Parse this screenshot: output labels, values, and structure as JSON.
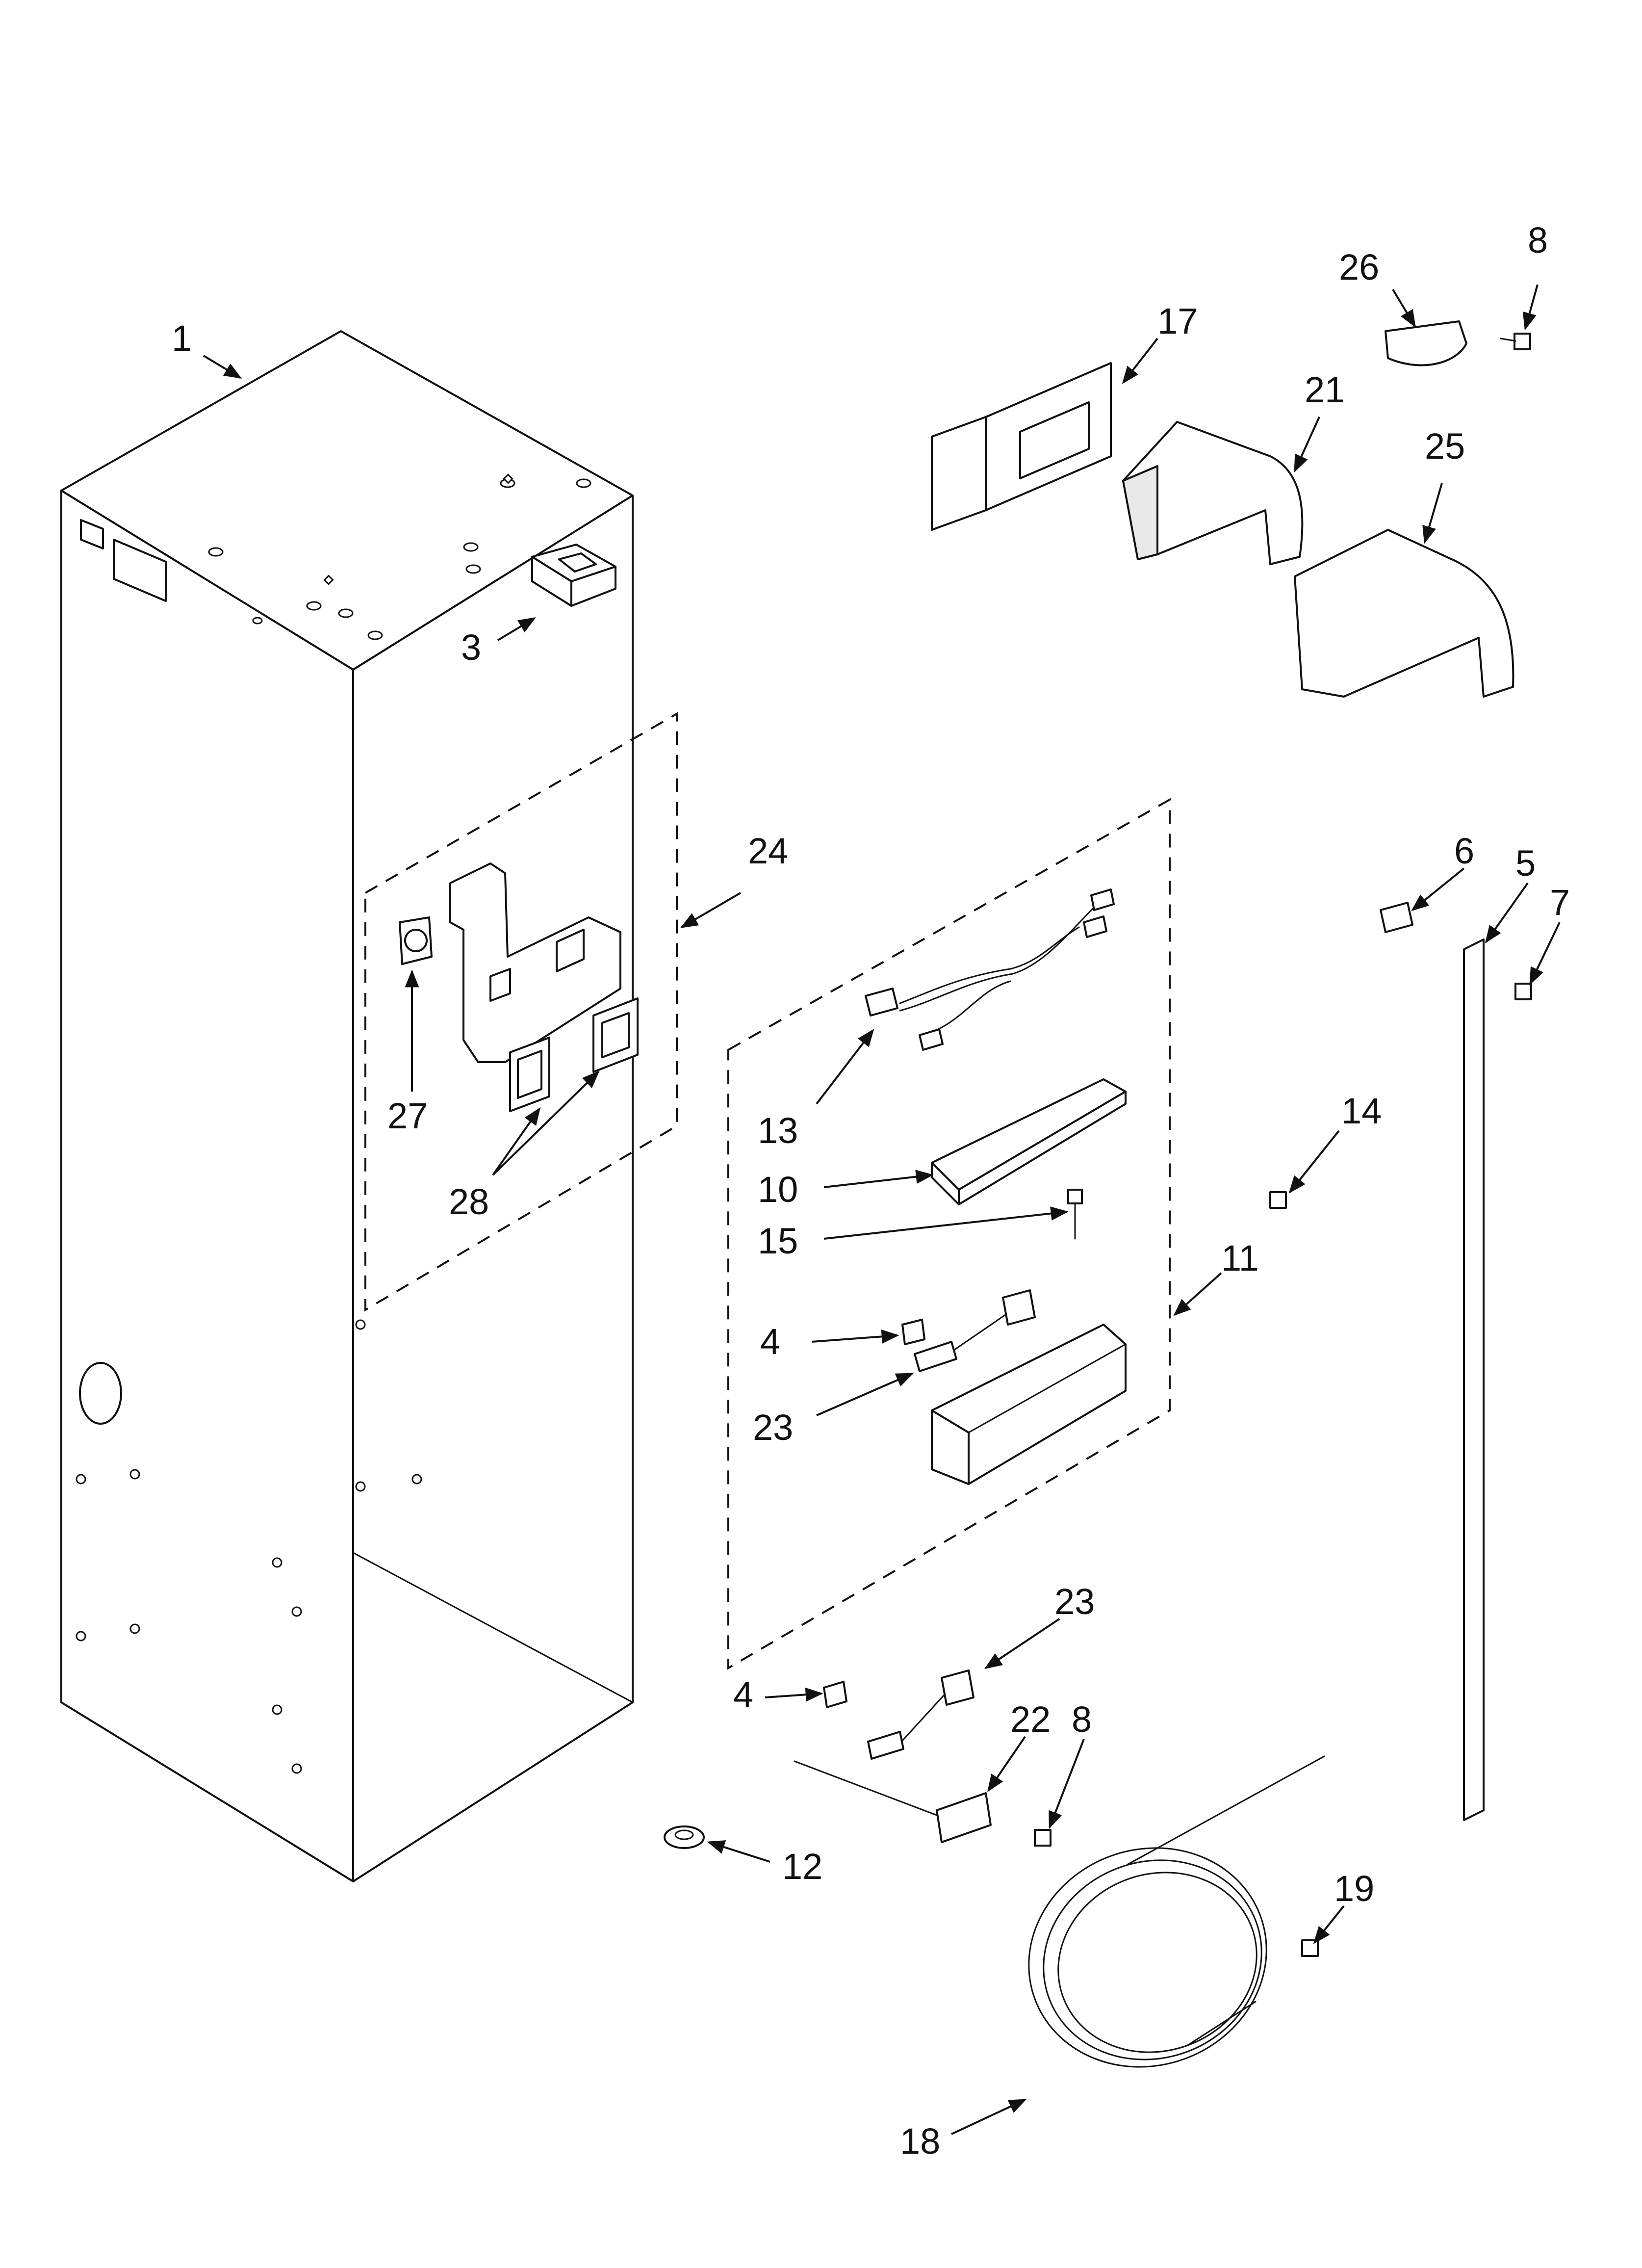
{
  "callouts": [
    {
      "id": "c1",
      "label": "1"
    },
    {
      "id": "c3",
      "label": "3"
    },
    {
      "id": "c4a",
      "label": "4"
    },
    {
      "id": "c4b",
      "label": "4"
    },
    {
      "id": "c5",
      "label": "5"
    },
    {
      "id": "c6",
      "label": "6"
    },
    {
      "id": "c7",
      "label": "7"
    },
    {
      "id": "c8a",
      "label": "8"
    },
    {
      "id": "c8b",
      "label": "8"
    },
    {
      "id": "c10",
      "label": "10"
    },
    {
      "id": "c11",
      "label": "11"
    },
    {
      "id": "c12",
      "label": "12"
    },
    {
      "id": "c13",
      "label": "13"
    },
    {
      "id": "c14",
      "label": "14"
    },
    {
      "id": "c15",
      "label": "15"
    },
    {
      "id": "c17",
      "label": "17"
    },
    {
      "id": "c18",
      "label": "18"
    },
    {
      "id": "c19",
      "label": "19"
    },
    {
      "id": "c21",
      "label": "21"
    },
    {
      "id": "c22",
      "label": "22"
    },
    {
      "id": "c23a",
      "label": "23"
    },
    {
      "id": "c23b",
      "label": "23"
    },
    {
      "id": "c24",
      "label": "24"
    },
    {
      "id": "c25",
      "label": "25"
    },
    {
      "id": "c26",
      "label": "26"
    },
    {
      "id": "c27",
      "label": "27"
    },
    {
      "id": "c28",
      "label": "28"
    }
  ]
}
